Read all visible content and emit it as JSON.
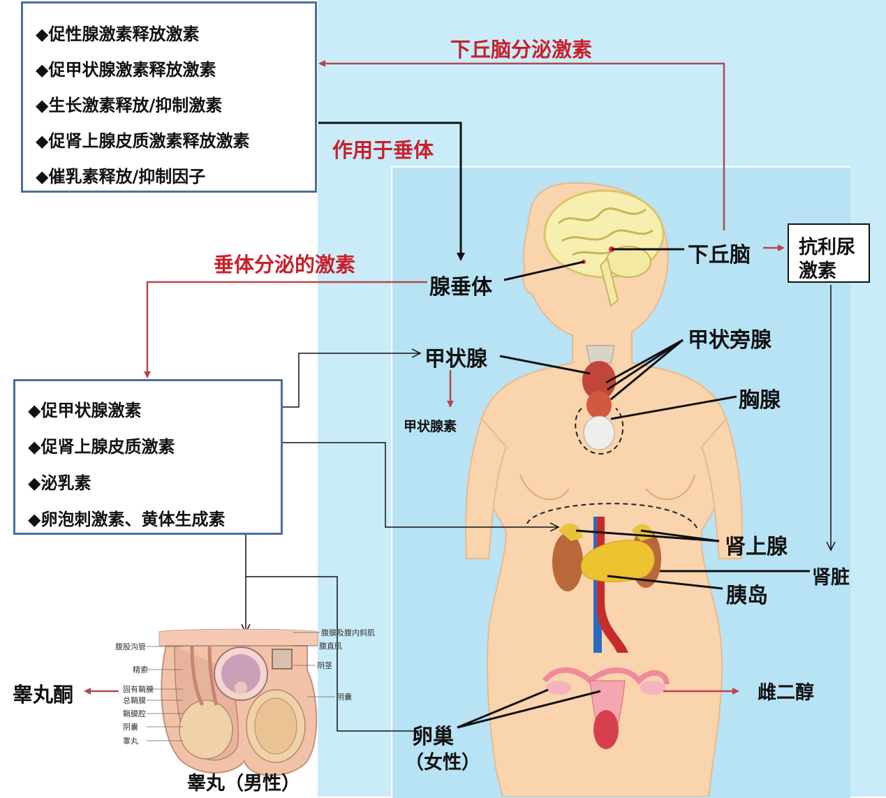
{
  "hypothalamus_hormones": [
    "◆促性腺激素释放激素",
    "◆促甲状腺激素释放激素",
    "◆生长激素释放/抑制激素",
    "◆促肾上腺皮质激素释放激素",
    "◆催乳素释放/抑制因子"
  ],
  "pituitary_hormones": [
    "◆促甲状腺激素",
    "◆促肾上腺皮质激素",
    "◆泌乳素",
    "◆卵泡刺激素、黄体生成素"
  ],
  "arrow_labels": {
    "hypothalamus_secretion": "下丘脑分泌激素",
    "acts_on_pituitary": "作用于垂体",
    "pituitary_secretion": "垂体分泌的激素"
  },
  "organs": {
    "hypothalamus": "下丘脑",
    "pituitary": "腺垂体",
    "thyroid": "甲状腺",
    "thyroxine": "甲状腺素",
    "parathyroid": "甲状旁腺",
    "thymus": "胸腺",
    "adrenal": "肾上腺",
    "kidney": "肾脏",
    "pancreatic_islet": "胰岛",
    "ovary": "卵巢",
    "ovary_note": "（女性）",
    "estradiol": "雌二醇",
    "testis": "睾丸（男性）",
    "testosterone": "睾丸酮",
    "adh_line1": "抗利尿",
    "adh_line2": "激素"
  },
  "testis_labels": {
    "left": [
      "腹股沟管",
      "精索",
      "固有鞘膜",
      "总鞘膜",
      "鞘膜腔",
      "阴囊",
      "睾丸"
    ],
    "right": [
      "腹膜及腹内斜肌",
      "腹直肌",
      "阴茎",
      "阴囊"
    ]
  },
  "colors": {
    "red_arrow": "#b5474c",
    "box_border": "#4b6f9a",
    "skin": "#f9d4ad",
    "background": "#c9ecf8"
  }
}
